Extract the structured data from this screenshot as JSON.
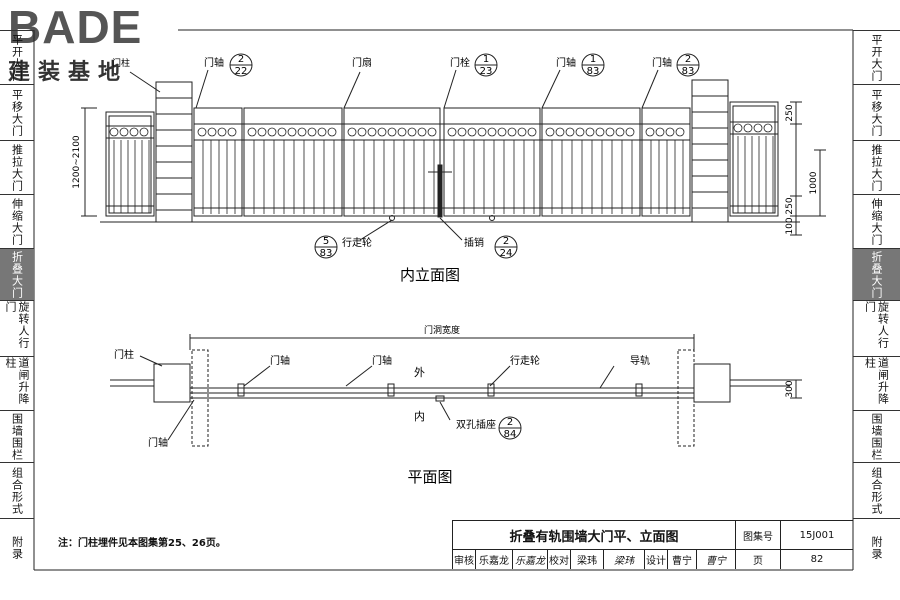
{
  "logo": {
    "brand": "BADE",
    "subtitle": "建装基地"
  },
  "left_sidebar": [
    {
      "label": "平开大门",
      "active": false
    },
    {
      "label": "平移大门",
      "active": false
    },
    {
      "label": "推拉大门",
      "active": false
    },
    {
      "label": "伸缩大门",
      "active": false
    },
    {
      "label": "折叠大门",
      "active": true
    },
    {
      "label": "旋转人行门",
      "active": false
    },
    {
      "label": "道闸升降柱",
      "active": false
    },
    {
      "label": "围墙围栏",
      "active": false
    },
    {
      "label": "组合形式",
      "active": false
    },
    {
      "label": "附录",
      "active": false
    }
  ],
  "right_sidebar": [
    {
      "label": "平开大门",
      "active": false
    },
    {
      "label": "平移大门",
      "active": false
    },
    {
      "label": "推拉大门",
      "active": false
    },
    {
      "label": "伸缩大门",
      "active": false
    },
    {
      "label": "折叠大门",
      "active": true
    },
    {
      "label": "旋转人行门",
      "active": false
    },
    {
      "label": "道闸升降柱",
      "active": false
    },
    {
      "label": "围墙围栏",
      "active": false
    },
    {
      "label": "组合形式",
      "active": false
    },
    {
      "label": "附录",
      "active": false
    }
  ],
  "elevation": {
    "title": "内立面图",
    "labels": {
      "post": "门柱",
      "axis": "门轴",
      "leaf": "门扇",
      "bolt": "门栓",
      "wheel": "行走轮",
      "latch": "插销"
    },
    "refs": {
      "axis_left": {
        "num": "2",
        "den": "22"
      },
      "bolt": {
        "num": "1",
        "den": "23"
      },
      "axis_mid": {
        "num": "1",
        "den": "83"
      },
      "axis_right": {
        "num": "2",
        "den": "83"
      },
      "wheel": {
        "num": "5",
        "den": "83"
      },
      "latch": {
        "num": "2",
        "den": "24"
      }
    },
    "dims": {
      "height": "1200~2100",
      "top": "250",
      "bottom": "250",
      "mid": "1000",
      "ground": "100"
    }
  },
  "plan": {
    "title": "平面图",
    "opening_width": "门洞宽度",
    "outside": "外",
    "inside": "内",
    "labels": {
      "post": "门柱",
      "axis1": "门轴",
      "axis2": "门轴",
      "wheel": "行走轮",
      "track": "导轨",
      "axis_bottom": "门轴",
      "double_socket": "双孔插座"
    },
    "ref": {
      "num": "2",
      "den": "84"
    },
    "dim": "300"
  },
  "note": "注：门柱埋件见本图集第25、26页。",
  "titleblock": {
    "title": "折叠有轨围墙大门平、立面图",
    "atlas_label": "图集号",
    "atlas_no": "15J001",
    "review": "审核",
    "reviewer": "乐嘉龙",
    "reviewer_sign": "乐嘉龙",
    "check": "校对",
    "checker": "梁玮",
    "checker_sign": "梁玮",
    "design": "设计",
    "designer": "曹宁",
    "designer_sign": "曹宁",
    "page_label": "页",
    "page_no": "82"
  }
}
